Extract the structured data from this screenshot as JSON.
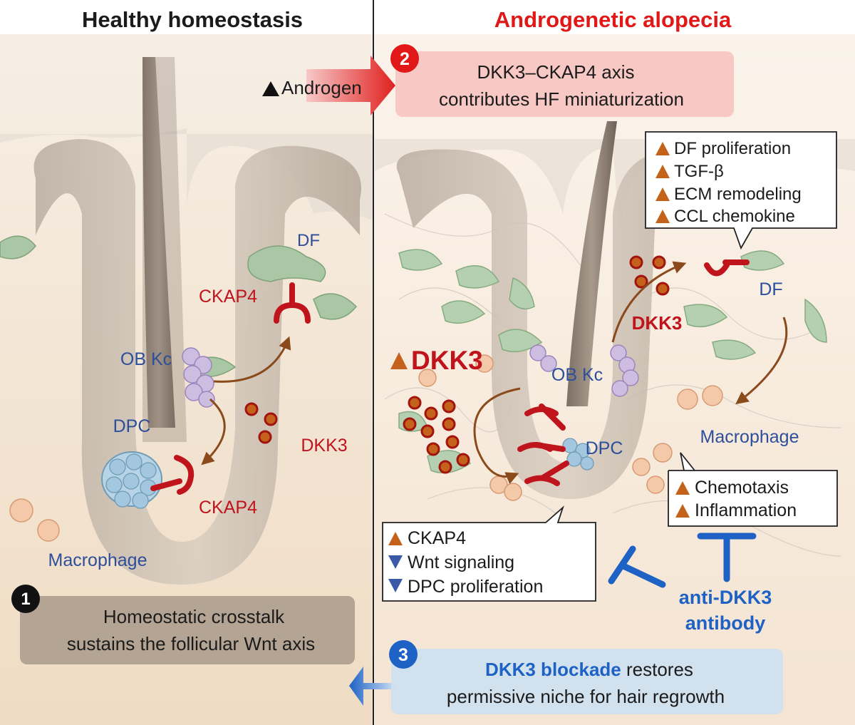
{
  "left_panel": {
    "title": "Healthy homeostasis",
    "labels": {
      "df": "DF",
      "ckap4_top": "CKAP4",
      "obkc": "OB Kc",
      "dpc": "DPC",
      "dkk3": "DKK3",
      "ckap4_bottom": "CKAP4",
      "macrophage": "Macrophage"
    },
    "step_badge": "1",
    "step_text": [
      "Homeostatic crosstalk",
      "sustains the follicular Wnt axis"
    ]
  },
  "right_panel": {
    "title": "Androgenetic alopecia",
    "androgen": "Androgen",
    "step2_badge": "2",
    "step2_text": [
      "DKK3–CKAP4 axis",
      "contributes HF miniaturization"
    ],
    "df_box": [
      "DF proliferation",
      "TGF-β",
      "ECM remodeling",
      "CCL chemokine"
    ],
    "labels": {
      "dkk3_big": "DKK3",
      "dkk3_upper": "DKK3",
      "df": "DF",
      "obkc": "OB Kc",
      "dpc": "DPC",
      "macrophage": "Macrophage"
    },
    "macrophage_box": [
      "Chemotaxis",
      "Inflammation"
    ],
    "dpc_box": {
      "up": "CKAP4",
      "down": [
        "Wnt signaling",
        "DPC proliferation"
      ]
    },
    "antibody": [
      "anti-DKK3",
      "antibody"
    ],
    "step3_badge": "3",
    "step3_bold": "DKK3 blockade",
    "step3_rest": " restores",
    "step3_line2": "permissive niche for hair regrowth"
  },
  "colors": {
    "up_marker": "#c4621c",
    "down_marker": "#3a5aa8",
    "receptor": "#c0141c",
    "antibody": "#1d62c4",
    "title_red": "#e01818"
  }
}
